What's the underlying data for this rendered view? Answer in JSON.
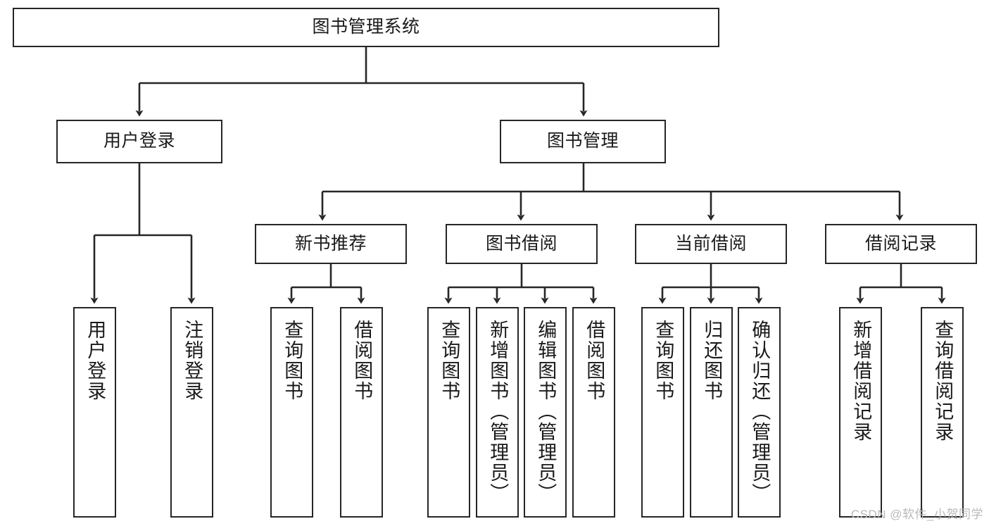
{
  "diagram": {
    "type": "tree",
    "title": "图书管理系统",
    "watermark": "CSDN @软件_小贺同学",
    "colors": {
      "stroke": "#262626",
      "background": "#ffffff",
      "text": "#1a1a1a",
      "watermark": "#b9b9b9"
    },
    "root": {
      "label": "图书管理系统"
    },
    "level2": [
      {
        "label": "用户登录"
      },
      {
        "label": "图书管理"
      }
    ],
    "level3": [
      {
        "label": "新书推荐"
      },
      {
        "label": "图书借阅"
      },
      {
        "label": "当前借阅"
      },
      {
        "label": "借阅记录"
      }
    ],
    "leaves": {
      "user_login": [
        {
          "label": "用户登录"
        },
        {
          "label": "注销登录"
        }
      ],
      "new_book": [
        {
          "label": "查询图书"
        },
        {
          "label": "借阅图书"
        }
      ],
      "book_borrow": [
        {
          "label": "查询图书"
        },
        {
          "label": "新增图书（管理员）"
        },
        {
          "label": "编辑图书（管理员）"
        },
        {
          "label": "借阅图书"
        }
      ],
      "current_borrow": [
        {
          "label": "查询图书"
        },
        {
          "label": "归还图书"
        },
        {
          "label": "确认归还（管理员）"
        }
      ],
      "borrow_record": [
        {
          "label": "新增借阅记录"
        },
        {
          "label": "查询借阅记录"
        }
      ]
    }
  }
}
